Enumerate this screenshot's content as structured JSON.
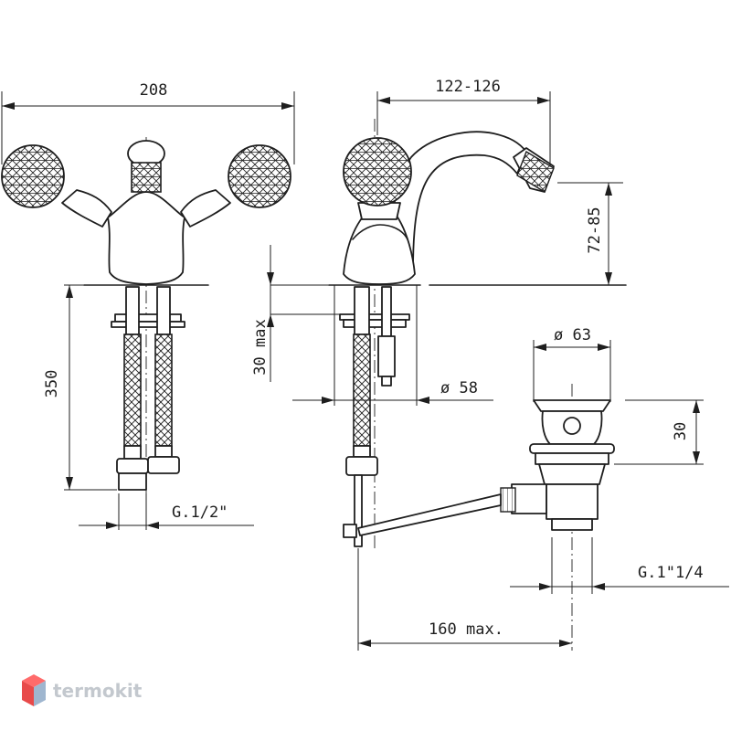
{
  "dimensions": {
    "overall_width": "208",
    "spout_reach": "122-126",
    "spout_height": "72-85",
    "hose_length": "350",
    "max_thickness": "30 max",
    "hole_diameter": "ø 58",
    "thread_supply": "G.1/2\"",
    "waste_diameter": "ø 63",
    "waste_height": "30",
    "waste_thread": "G.1\"1/4",
    "rod_length": "160 max."
  },
  "watermark": {
    "brand": "termokit",
    "colors": {
      "top": "#ff6b6b",
      "left": "#e84a4a",
      "right": "#9fb6cf"
    }
  }
}
